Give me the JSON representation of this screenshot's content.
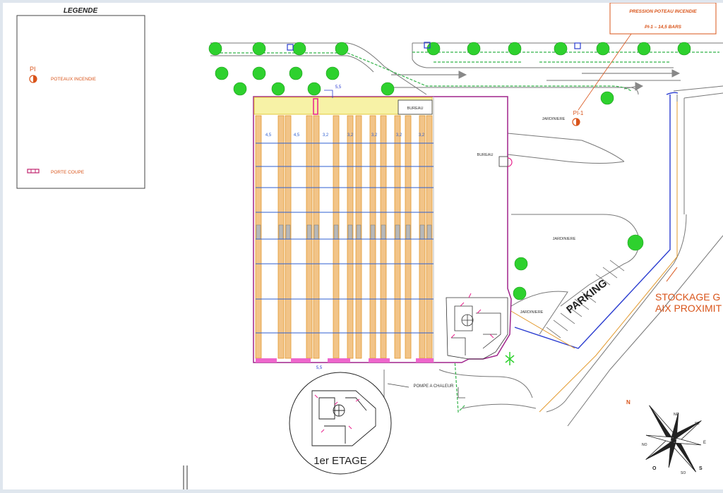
{
  "legend": {
    "title": "LEGENDE",
    "hydrant_code": "PI",
    "hydrant_label": "POTEAUX INCENDIE",
    "door_label": "PORTE COUPE"
  },
  "pressure_note": {
    "title": "PRESSION POTEAU INCENDIE",
    "value": "PI-1  –  14,5 BARS"
  },
  "hydrant_marker": "PI-1",
  "rooms": {
    "bureau_top": "BUREAU",
    "bureau_side": "BUREAU",
    "jardiniere_1": "JARDINIERE",
    "jardiniere_2": "JARDINIERE",
    "jardiniere_3": "JARDINIERE",
    "pompe": "POMPE A CHALEUR"
  },
  "parking_label": "PARKING",
  "storage_label": [
    "STOCKAGE G",
    "AIX PROXIMIT"
  ],
  "aisle_widths": [
    "4,5",
    "4,5",
    "3,2",
    "3,2",
    "3,2",
    "3,2",
    "3,2"
  ],
  "dimension_top": "5,5",
  "dimension_bottom": "5,5",
  "floor_label": "1er ETAGE",
  "compass": {
    "n": "N",
    "s": "S",
    "e": "E",
    "o": "O",
    "ne": "NE",
    "no": "NO",
    "se": "SE",
    "so": "SO"
  },
  "colors": {
    "racks": "#f2c488",
    "rack_edge": "#e39a2e",
    "beams": "#2f5fd0",
    "walls": "#a0248c",
    "fence": "#34b34a",
    "trees": "#2ed12e",
    "annotation": "#d9541a",
    "doors": "#e8218c"
  }
}
